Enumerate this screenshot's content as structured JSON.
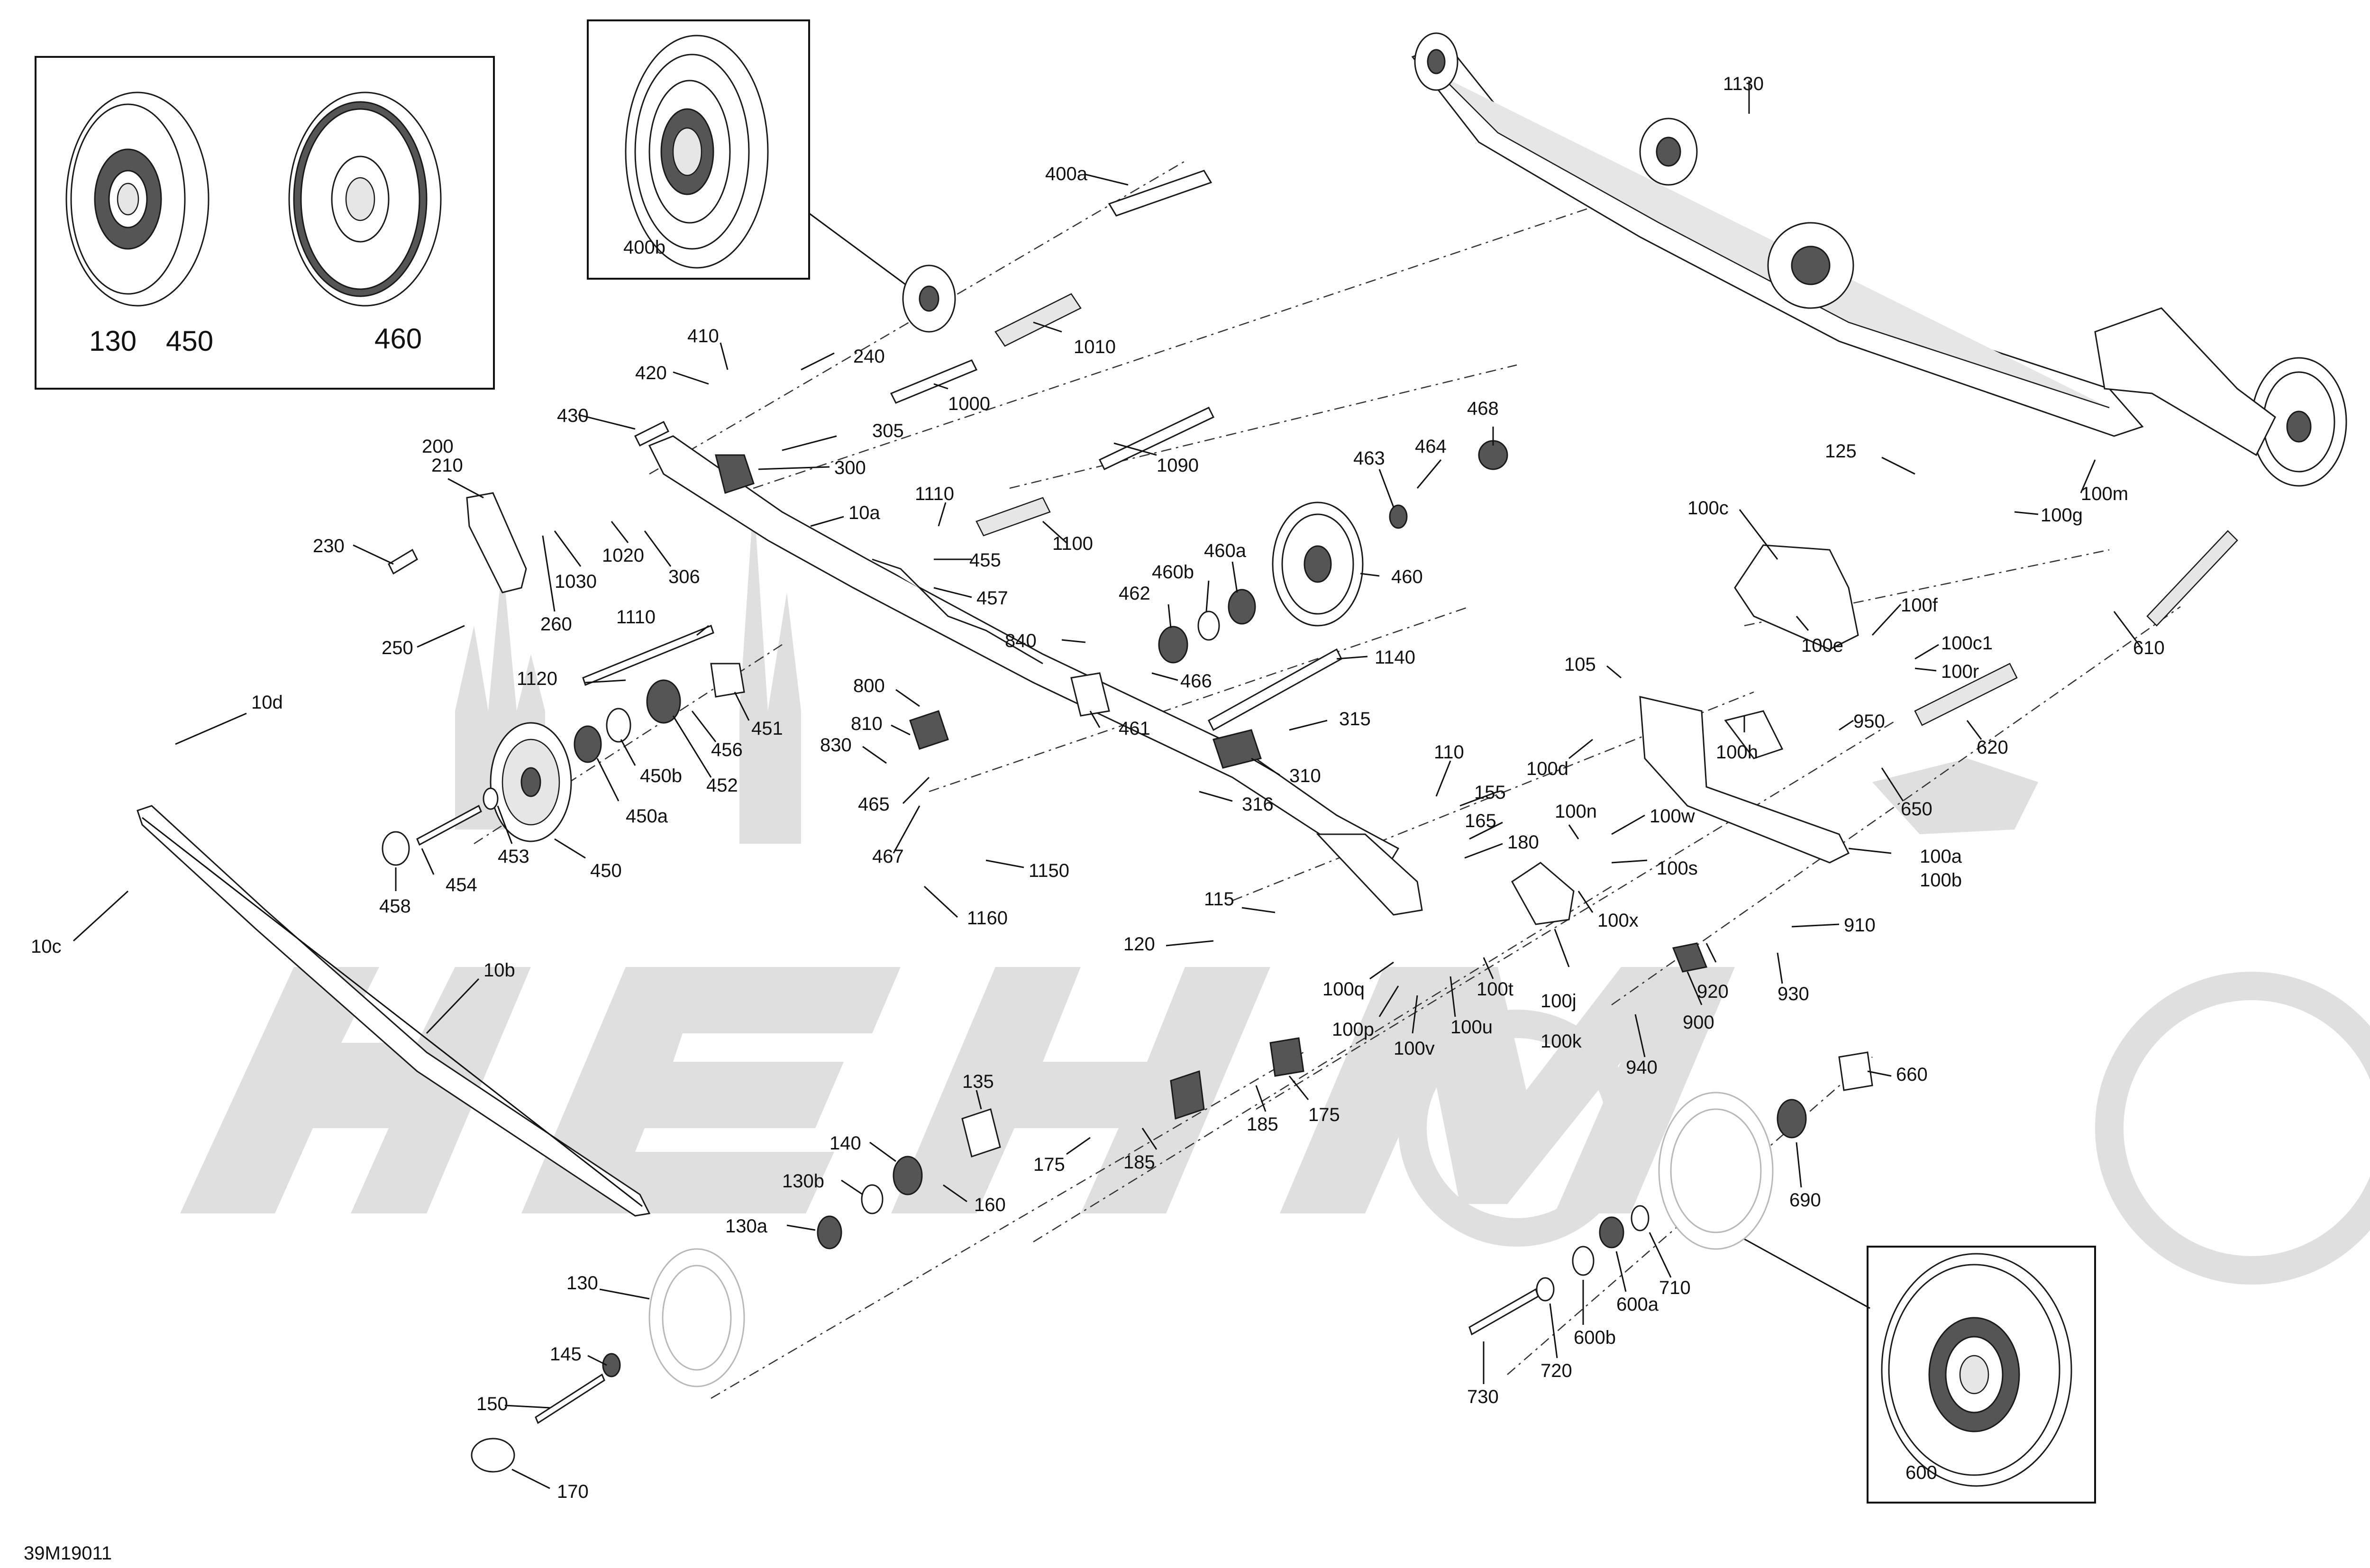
{
  "diagram": {
    "document_id": "39M19011",
    "insets": [
      {
        "labels": [
          "130",
          "450",
          "460"
        ]
      },
      {
        "labels": [
          "400b"
        ]
      },
      {
        "labels": [
          "600"
        ]
      }
    ],
    "callouts": [
      {
        "label": "400a"
      },
      {
        "label": "1010"
      },
      {
        "label": "1000"
      },
      {
        "label": "410"
      },
      {
        "label": "420"
      },
      {
        "label": "240"
      },
      {
        "label": "430"
      },
      {
        "label": "305"
      },
      {
        "label": "300"
      },
      {
        "label": "200"
      },
      {
        "label": "210"
      },
      {
        "label": "230"
      },
      {
        "label": "1020"
      },
      {
        "label": "1030"
      },
      {
        "label": "306"
      },
      {
        "label": "260"
      },
      {
        "label": "250"
      },
      {
        "label": "10a"
      },
      {
        "label": "1110"
      },
      {
        "label": "455"
      },
      {
        "label": "457"
      },
      {
        "label": "1100"
      },
      {
        "label": "1090"
      },
      {
        "label": "463"
      },
      {
        "label": "464"
      },
      {
        "label": "468"
      },
      {
        "label": "460b"
      },
      {
        "label": "460a"
      },
      {
        "label": "462"
      },
      {
        "label": "460"
      },
      {
        "label": "840"
      },
      {
        "label": "466"
      },
      {
        "label": "1140"
      },
      {
        "label": "1110"
      },
      {
        "label": "1120"
      },
      {
        "label": "451"
      },
      {
        "label": "456"
      },
      {
        "label": "450b"
      },
      {
        "label": "452"
      },
      {
        "label": "450a"
      },
      {
        "label": "453"
      },
      {
        "label": "450"
      },
      {
        "label": "454"
      },
      {
        "label": "458"
      },
      {
        "label": "10d"
      },
      {
        "label": "10c"
      },
      {
        "label": "10b"
      },
      {
        "label": "800"
      },
      {
        "label": "810"
      },
      {
        "label": "830"
      },
      {
        "label": "461"
      },
      {
        "label": "465"
      },
      {
        "label": "467"
      },
      {
        "label": "315"
      },
      {
        "label": "310"
      },
      {
        "label": "316"
      },
      {
        "label": "1150"
      },
      {
        "label": "1160"
      },
      {
        "label": "115"
      },
      {
        "label": "120"
      },
      {
        "label": "110"
      },
      {
        "label": "155"
      },
      {
        "label": "165"
      },
      {
        "label": "180"
      },
      {
        "label": "105"
      },
      {
        "label": "100d"
      },
      {
        "label": "100n"
      },
      {
        "label": "100w"
      },
      {
        "label": "100s"
      },
      {
        "label": "100x"
      },
      {
        "label": "100q"
      },
      {
        "label": "100p"
      },
      {
        "label": "100t"
      },
      {
        "label": "100u"
      },
      {
        "label": "100v"
      },
      {
        "label": "100j"
      },
      {
        "label": "100k"
      },
      {
        "label": "1130"
      },
      {
        "label": "125"
      },
      {
        "label": "100c"
      },
      {
        "label": "100m"
      },
      {
        "label": "100g"
      },
      {
        "label": "100e"
      },
      {
        "label": "100f"
      },
      {
        "label": "100c1"
      },
      {
        "label": "100r"
      },
      {
        "label": "100h"
      },
      {
        "label": "610"
      },
      {
        "label": "620"
      },
      {
        "label": "950"
      },
      {
        "label": "650"
      },
      {
        "label": "100a"
      },
      {
        "label": "100b"
      },
      {
        "label": "910"
      },
      {
        "label": "920"
      },
      {
        "label": "930"
      },
      {
        "label": "900"
      },
      {
        "label": "940"
      },
      {
        "label": "135"
      },
      {
        "label": "140"
      },
      {
        "label": "130b"
      },
      {
        "label": "130a"
      },
      {
        "label": "160"
      },
      {
        "label": "175"
      },
      {
        "label": "185"
      },
      {
        "label": "185"
      },
      {
        "label": "175"
      },
      {
        "label": "130"
      },
      {
        "label": "145"
      },
      {
        "label": "150"
      },
      {
        "label": "170"
      },
      {
        "label": "660"
      },
      {
        "label": "690"
      },
      {
        "label": "600a"
      },
      {
        "label": "710"
      },
      {
        "label": "600b"
      },
      {
        "label": "720"
      },
      {
        "label": "730"
      }
    ]
  }
}
